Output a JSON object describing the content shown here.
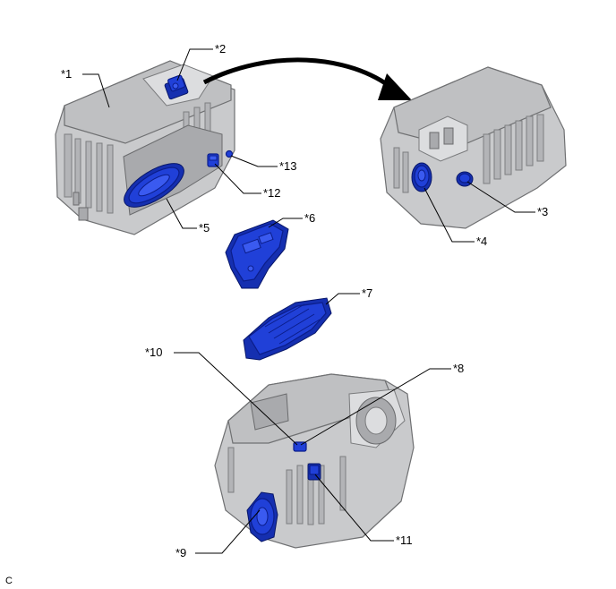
{
  "callouts": {
    "c1": "*1",
    "c2": "*2",
    "c3": "*3",
    "c4": "*4",
    "c5": "*5",
    "c6": "*6",
    "c7": "*7",
    "c8": "*8",
    "c9": "*9",
    "c10": "*10",
    "c11": "*11",
    "c12": "*12",
    "c13": "*13"
  },
  "figure_code": "C",
  "colors": {
    "highlight": "#2040d8",
    "housing": "#c9cacc",
    "line": "#000000"
  }
}
